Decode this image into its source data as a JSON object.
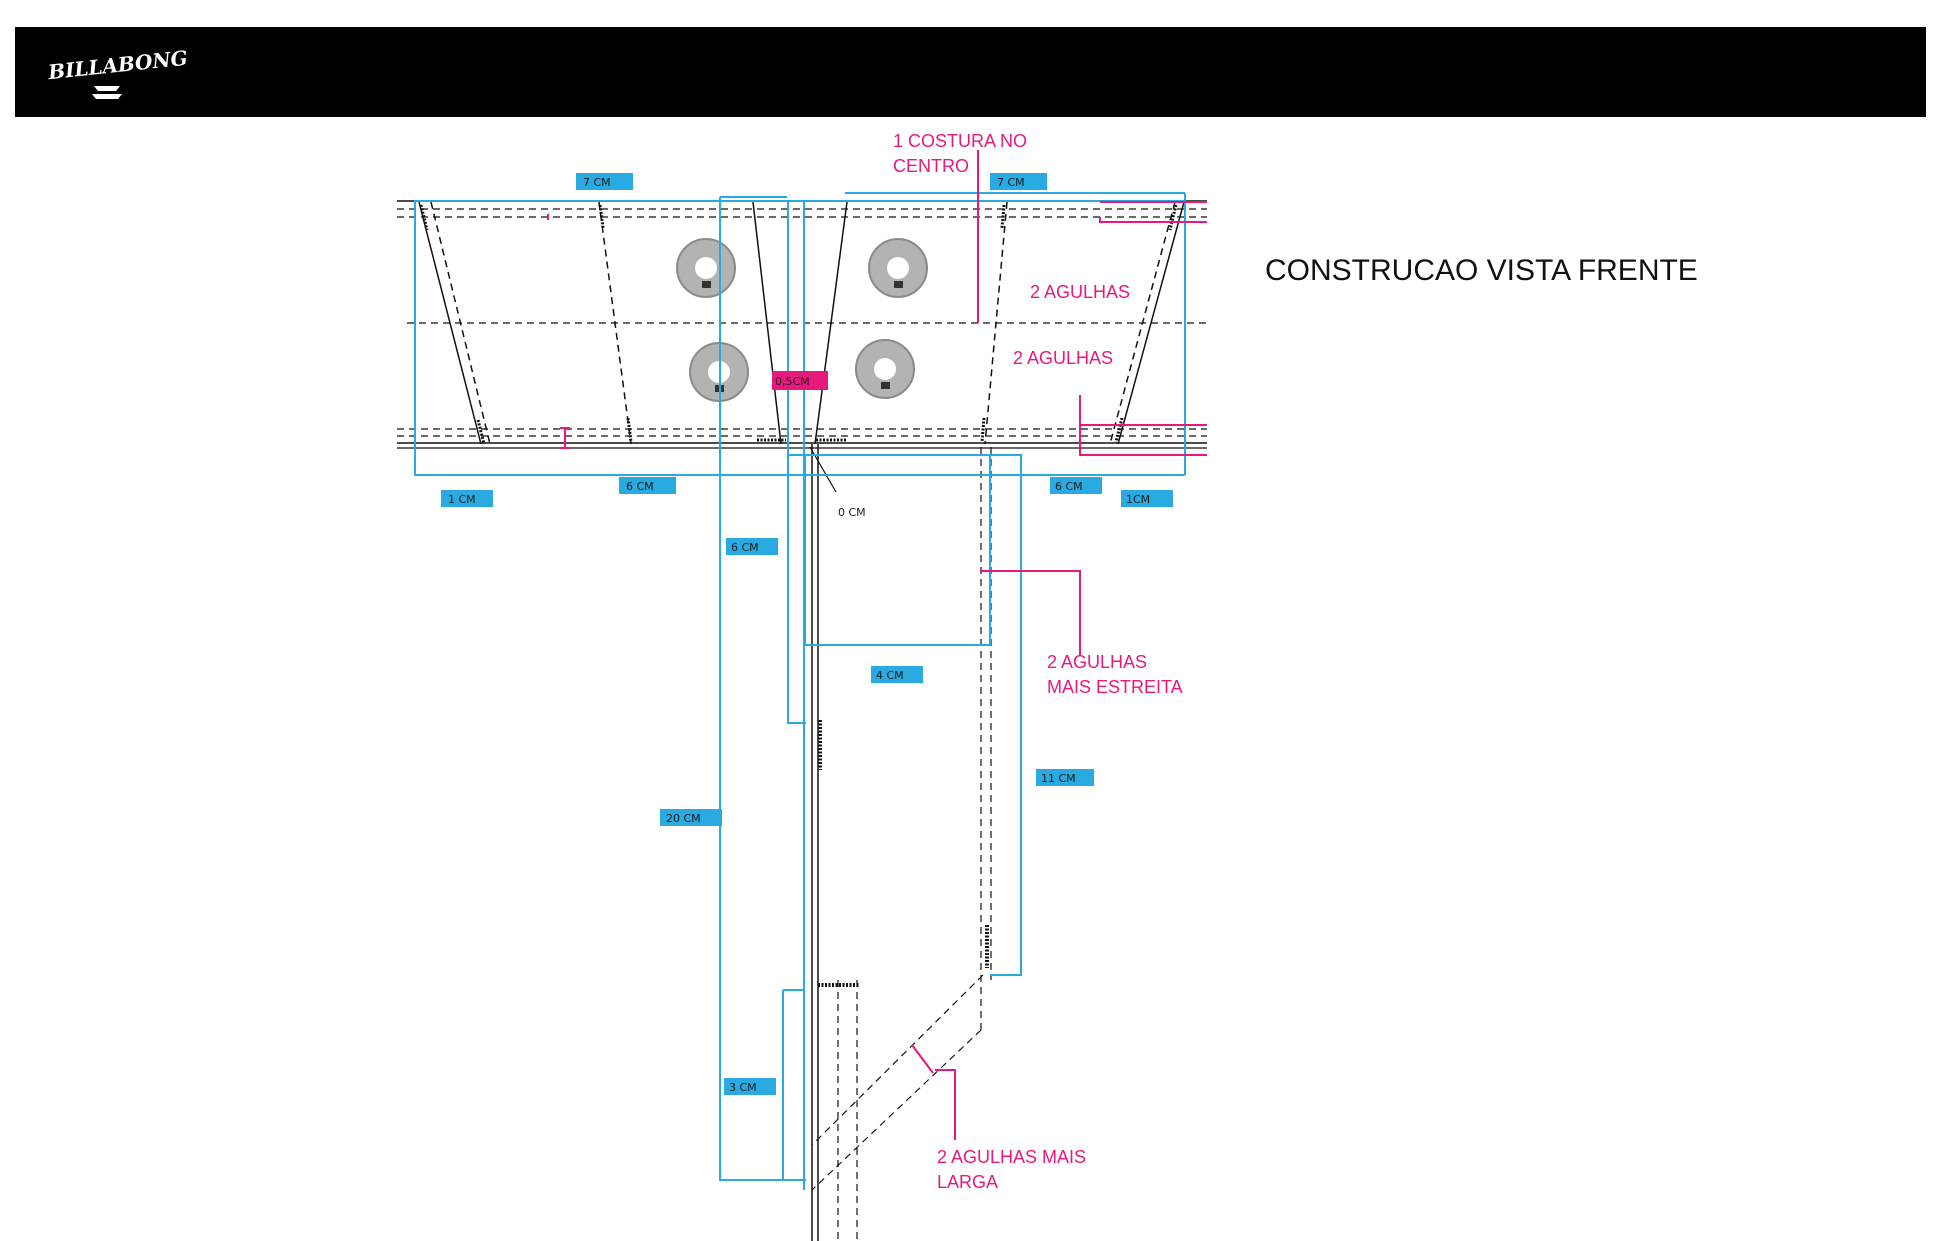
{
  "header": {
    "brand": "BILLABONG"
  },
  "title": "CONSTRUCAO VISTA FRENTE",
  "measurements": {
    "top_left": "7 CM",
    "top_right": "7 CM",
    "bottom_left_small": "1 CM",
    "bottom_left_big": "6 CM",
    "bottom_right_big": "6 CM",
    "bottom_right_small": "1CM",
    "center_gap": "0,5CM",
    "center_zero": "0 CM",
    "fly_top": "6 CM",
    "fly_width": "4 CM",
    "fly_total": "20 CM",
    "right_length": "11 CM",
    "bottom_fly": "3 CM"
  },
  "notes": {
    "center_seam_line1": "1 COSTURA  NO",
    "center_seam_line2": "CENTRO",
    "two_needles_a": "2 AGULHAS",
    "two_needles_b": "2 AGULHAS",
    "narrow_line1": "2 AGULHAS",
    "narrow_line2": "MAIS ESTREITA",
    "wide_line1": "2 AGULHAS MAIS",
    "wide_line2": "LARGA"
  },
  "colors": {
    "header": "#000000",
    "dimension": "#29abe2",
    "annotation": "#e8197d",
    "stitch": "#111111",
    "button": "#a8a8a8"
  }
}
